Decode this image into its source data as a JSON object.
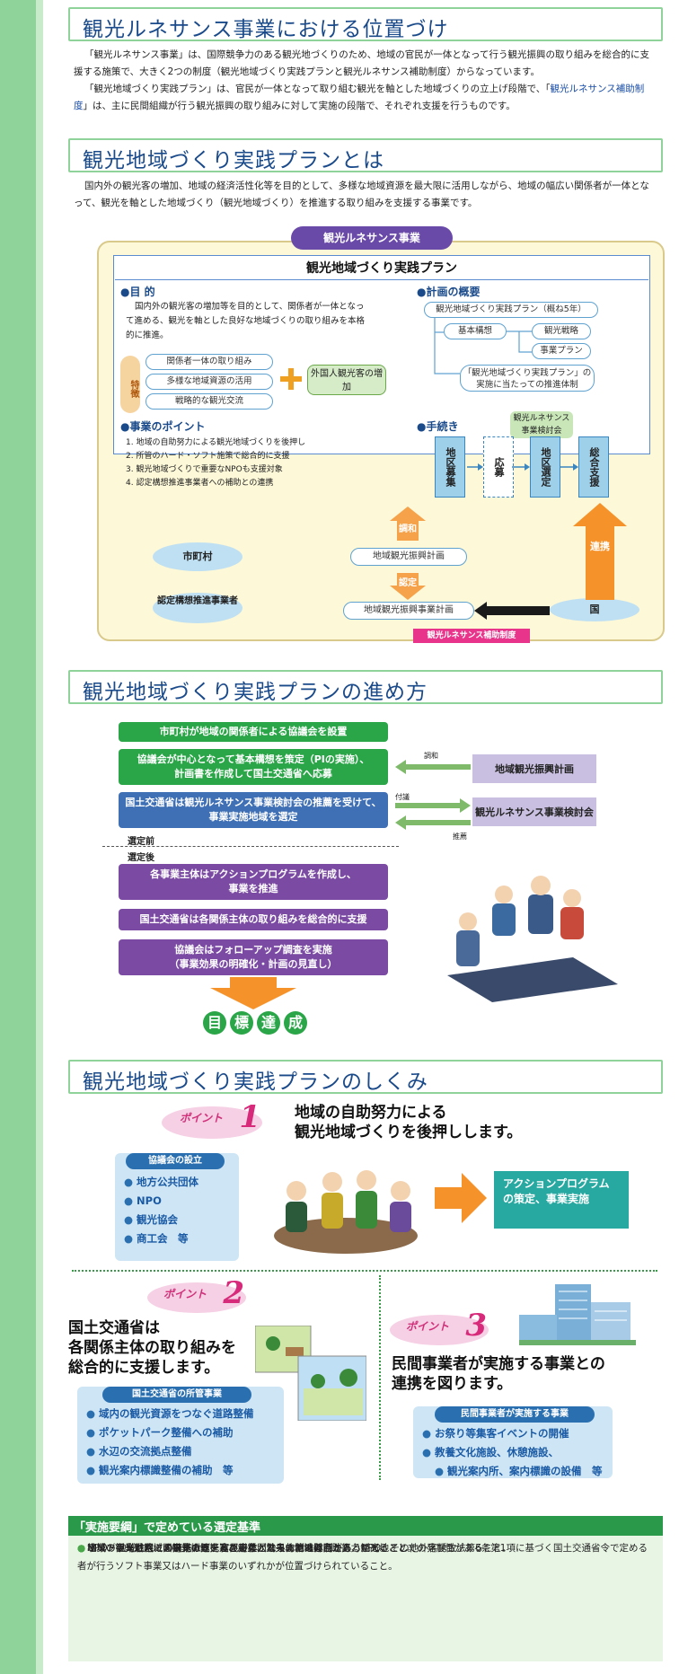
{
  "s1": {
    "title": "観光ルネサンス事業における位置づけ",
    "p1": "「観光ルネサンス事業」は、国際競争力のある観光地づくりのため、地域の官民が一体となって行う観光振興の取り組みを総合的に支援する施策で、大きく2つの制度（観光地域づくり実践プランと観光ルネサンス補助制度）からなっています。",
    "p2a": "「観光地域づくり実践プラン」は、官民が一体となって取り組む観光を軸とした地域づくりの立上げ段階で、「",
    "p2link": "観光ルネサンス補助制度",
    "p2b": "」は、主に民間組織が行う観光振興の取り組みに対して実施の段階で、それぞれ支援を行うものです。"
  },
  "s2": {
    "title": "観光地域づくり実践プランとは",
    "p": "国内外の観光客の増加、地域の経済活性化等を目的として、多様な地域資源を最大限に活用しながら、地域の幅広い関係者が一体となって、観光を軸とした地域づくり（観光地域づくり）を推進する取り組みを支援する事業です。",
    "renaissance": "観光ルネサンス事業",
    "plan": "観光地域づくり実践プラン",
    "purpose_h": "●目 的",
    "purpose": "国内外の観光客の増加等を目的として、関係者が一体となって進める、観光を軸とした良好な地域づくりの取り組みを本格的に推進。",
    "feature": "特徴",
    "f1": "関係者一体の取り組み",
    "f2": "多様な地域資源の活用",
    "f3": "戦略的な観光交流",
    "foreign": "外国人観光客の増加",
    "points_h": "●事業のポイント",
    "pts": [
      "1. 地域の自助努力による観光地域づくりを後押し",
      "2. 所管のハード・ソフト施策で総合的に支援",
      "3. 観光地域づくりで重要なNPOも支援対象",
      "4. 認定構想推進事業者への補助との連携"
    ],
    "outline_h": "●計画の概要",
    "o_plan": "観光地域づくり実践プラン（概ね5年）",
    "o_basic": "基本構想",
    "o_strategy": "観光戦略",
    "o_project": "事業プラン",
    "o_sys": "「観光地域づくり実践プラン」の実施に当たっての推進体制",
    "proc_h": "●手続き",
    "committee": "観光ルネサンス事業検討会",
    "p_area": "地区募集",
    "p_apply": "応募",
    "p_select": "地区選定",
    "p_support": "総合支援",
    "harmony": "調和",
    "city": "市町村",
    "regional": "地域観光振興計画",
    "certify": "認定",
    "renkei": "連携",
    "certified": "認定構想推進事業者",
    "business": "地域観光振興事業計画",
    "kuni": "国",
    "subsidy": "観光ルネサンス補助制度"
  },
  "s3": {
    "title": "観光地域づくり実践プランの進め方",
    "b1": "市町村が地域の関係者による協議会を設置",
    "b2a": "協議会が中心となって基本構想を策定（PIの実施）、",
    "b2b": "計画書を作成して国土交通省へ応募",
    "b3a": "国土交通省は観光ルネサンス事業検討会の推薦を受けて、",
    "b3b": "事業実施地域を選定",
    "before": "選定前",
    "after": "選定後",
    "b4a": "各事業主体はアクションプログラムを作成し、",
    "b4b": "事業を推進",
    "b5": "国土交通省は各関係主体の取り組みを総合的に支援",
    "b6a": "協議会はフォローアップ調査を実施",
    "b6b": "（事業効果の明確化・計画の見直し）",
    "goal": [
      "目",
      "標",
      "達",
      "成"
    ],
    "r1": "地域観光振興計画",
    "r2": "観光ルネサンス事業検討会",
    "a1": "調和",
    "a2": "付議",
    "a3": "推薦"
  },
  "s4": {
    "title": "観光地域づくり実践プランのしくみ",
    "point": "ポイント",
    "n1": "1",
    "n2": "2",
    "n3": "3",
    "t1a": "地域の自助努力による",
    "t1b": "観光地域づくりを後押しします。",
    "kyogi": "協議会の設立",
    "kl": [
      "地方公共団体",
      "NPO",
      "観光協会",
      "商工会　等"
    ],
    "action": "アクションプログラムの策定、事業実施",
    "t2a": "国土交通省は",
    "t2b": "各関係主体の取り組みを",
    "t2c": "総合的に支援します。",
    "mlit": "国土交通省の所管事業",
    "ml": [
      "域内の観光資源をつなぐ道路整備",
      "ポケットパーク整備への補助",
      "水辺の交流拠点整備",
      "観光案内標識整備の補助　等"
    ],
    "t3a": "民間事業者が実施する事業との",
    "t3b": "連携を図ります。",
    "priv": "民間事業者が実施する事業",
    "pl": [
      "お祭り等集客イベントの開催",
      "教養文化施設、休憩施設、",
      "観光案内所、案内標識の設備　等"
    ]
  },
  "s5": {
    "title": "「実施要綱」で定めている選定基準",
    "c": [
      "地域の観光戦略にオリジナリティ、創意、工夫、地域の自助努力があること。",
      "地域の観光魅力、国内外の観光客を迎え入れる体制の観点から、観光地としての発展性があること。",
      "事業プランに地域の観光振興を進める社団法人または財団法人、NPO、その他外客誘致法第6条第1項に基づく国土交通省令で定める者が行うソフト事業又はハード事業のいずれかが位置づけられていること。",
      "ソフト事業とハード事業の連携及び事業が効果的であること。",
      "NPO・地域住民との連携など、官民一体となった推進体制があること。"
    ]
  }
}
